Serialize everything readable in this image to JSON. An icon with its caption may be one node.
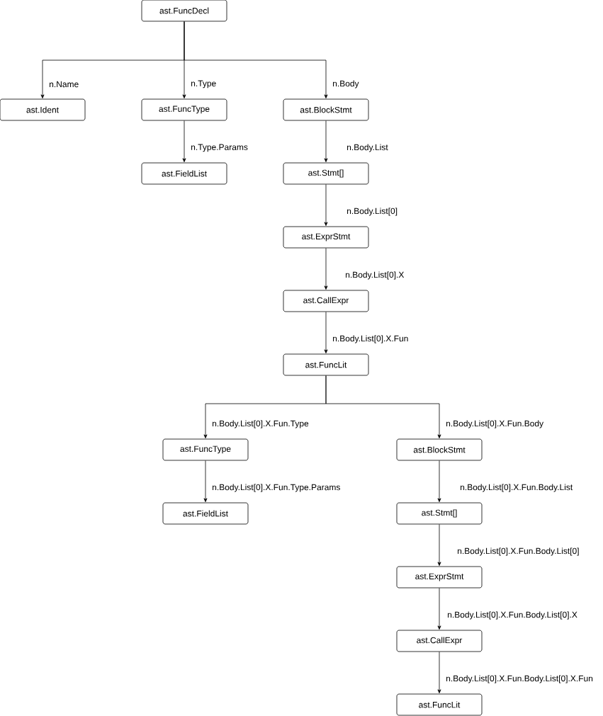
{
  "diagram": {
    "nodes": [
      {
        "text": [
          "ast.FuncDecl"
        ]
      },
      {
        "text": [
          "ast.Ident"
        ]
      },
      {
        "text": [
          "ast.FuncType"
        ]
      },
      {
        "text": [
          "ast.BlockStmt"
        ]
      },
      {
        "text": [
          "ast.FieldList"
        ]
      },
      {
        "text": [
          "ast.Stmt[]"
        ]
      },
      {
        "text": [
          "ast.ExprStmt"
        ]
      },
      {
        "text": [
          "ast.CallExpr"
        ]
      },
      {
        "text": [
          "ast.FuncLit"
        ]
      },
      {
        "text": [
          "ast.FuncType"
        ]
      },
      {
        "text": [
          "ast.BlockStmt"
        ]
      },
      {
        "text": [
          "ast.FieldList"
        ]
      },
      {
        "text": [
          "ast.Stmt[]"
        ]
      },
      {
        "text": [
          "ast.ExprStmt"
        ]
      },
      {
        "text": [
          "ast.CallExpr"
        ]
      },
      {
        "text": [
          "ast.FuncLit"
        ]
      }
    ],
    "edges": [
      {
        "from": 0,
        "to": 1,
        "arrow": "to",
        "label": "n.Name"
      },
      {
        "from": 0,
        "to": 2,
        "arrow": "to",
        "label": "n.Type"
      },
      {
        "from": 0,
        "to": 3,
        "arrow": "to",
        "label": "n.Body"
      },
      {
        "from": 2,
        "to": 4,
        "arrow": "to",
        "label": "n.Type.Params"
      },
      {
        "from": 3,
        "to": 5,
        "arrow": "to",
        "label": "n.Body.List"
      },
      {
        "from": 5,
        "to": 6,
        "arrow": "to",
        "label": "n.Body.List[0]"
      },
      {
        "from": 6,
        "to": 7,
        "arrow": "to",
        "label": "n.Body.List[0].X"
      },
      {
        "from": 7,
        "to": 8,
        "arrow": "to",
        "label": "n.Body.List[0].X.Fun"
      },
      {
        "from": 8,
        "to": 9,
        "arrow": "to",
        "label": "n.Body.List[0].X.Fun.Type"
      },
      {
        "from": 8,
        "to": 10,
        "arrow": "to",
        "label": "n.Body.List[0].X.Fun.Body"
      },
      {
        "from": 9,
        "to": 11,
        "arrow": "to",
        "label": "n.Body.List[0].X.Fun.Type.Params"
      },
      {
        "from": 10,
        "to": 12,
        "arrow": "to",
        "label": "n.Body.List[0].X.Fun.Body.List"
      },
      {
        "from": 12,
        "to": 13,
        "arrow": "to",
        "label": "n.Body.List[0].X.Fun.Body.List[0]"
      },
      {
        "from": 13,
        "to": 14,
        "arrow": "to",
        "label": "n.Body.List[0].X.Fun.Body.List[0].X"
      },
      {
        "from": 14,
        "to": 15,
        "arrow": "to",
        "label": "n.Body.List[0].X.Fun.Body.List[0].X.Fun"
      }
    ]
  }
}
